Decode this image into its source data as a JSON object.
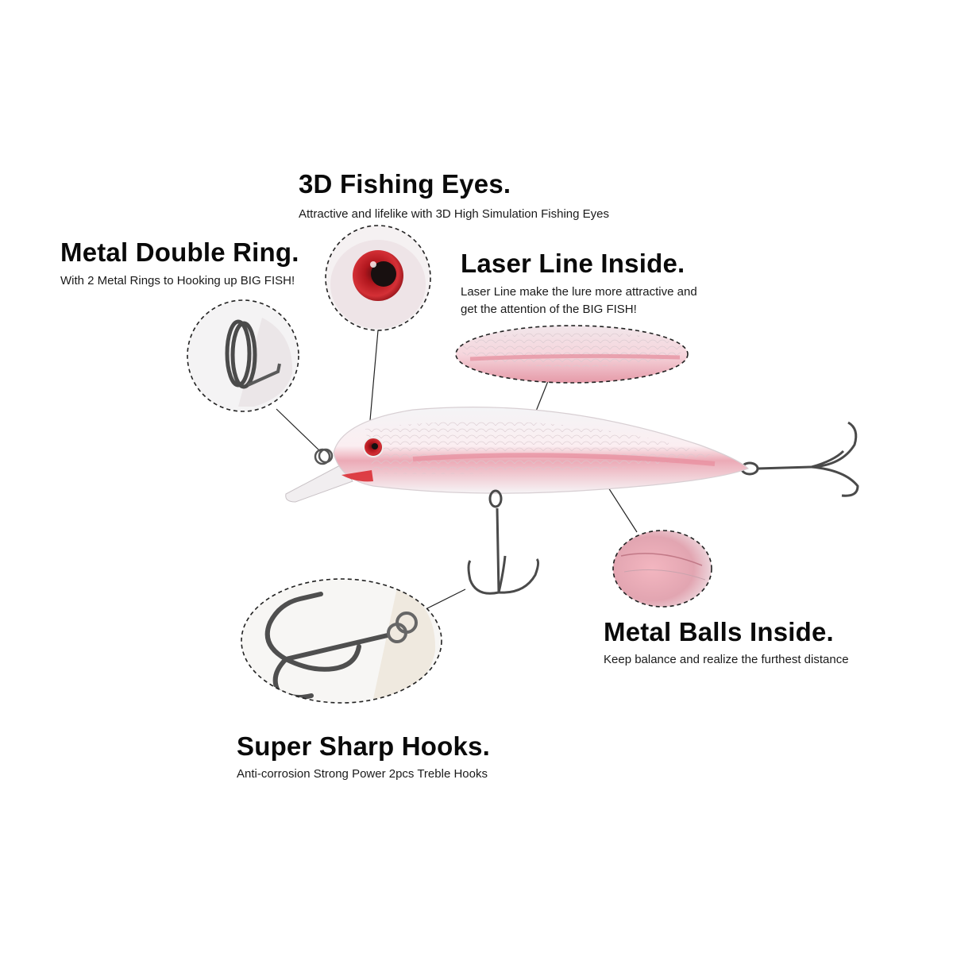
{
  "features": {
    "eyes": {
      "title": "3D Fishing Eyes.",
      "lines": [
        "Attractive and lifelike with 3D High Simulation Fishing Eyes"
      ]
    },
    "ring": {
      "title": "Metal Double Ring.",
      "lines": [
        "With 2 Metal Rings to Hooking up BIG FISH!"
      ]
    },
    "laser": {
      "title": "Laser Line Inside.",
      "lines": [
        "Laser Line make the lure more attractive and",
        "get the attention of the BIG FISH!"
      ]
    },
    "balls": {
      "title": "Metal Balls Inside.",
      "lines": [
        "Keep balance and realize the furthest distance"
      ]
    },
    "hooks": {
      "title": "Super Sharp Hooks.",
      "lines": [
        "Anti-corrosion Strong Power 2pcs Treble Hooks"
      ]
    }
  },
  "colors": {
    "eye_red": "#c81e24",
    "body_pink": "#e9a6b2",
    "hook_metal": "#4a4a4a"
  }
}
